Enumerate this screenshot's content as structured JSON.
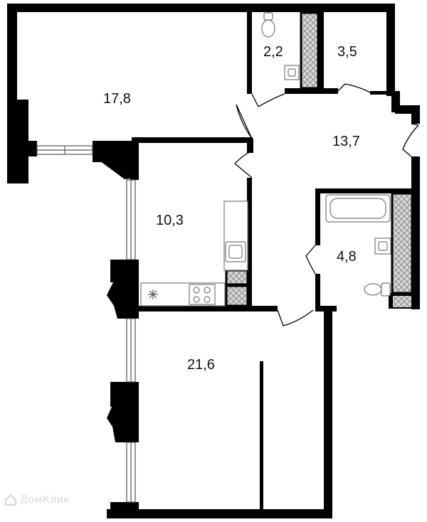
{
  "rooms": [
    {
      "id": "living",
      "area": "17,8"
    },
    {
      "id": "wc",
      "area": "2,2"
    },
    {
      "id": "storage",
      "area": "3,5"
    },
    {
      "id": "hall",
      "area": "13,7"
    },
    {
      "id": "kitchen",
      "area": "10,3"
    },
    {
      "id": "bathroom",
      "area": "4,8"
    },
    {
      "id": "bedroom",
      "area": "21,6"
    }
  ],
  "watermark": {
    "text": "ДомКлик"
  },
  "colors": {
    "wall": "#000000",
    "shaft_hatch": "#b9b9b9",
    "fixture": "#777777"
  }
}
